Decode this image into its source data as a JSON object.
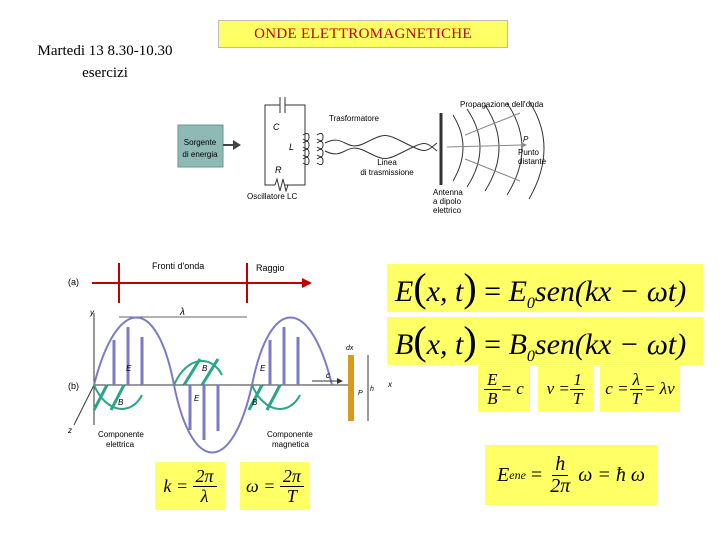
{
  "slide": {
    "title": "ONDE ELETTROMAGNETICHE",
    "session_line1": "Martedi 13 8.30-10.30",
    "session_line2": "esercizi"
  },
  "antenna_diagram": {
    "source_label_1": "Sorgente",
    "source_label_2": "di energia",
    "capacitor": "C",
    "inductor": "L",
    "resistor": "R",
    "oscillator": "Oscillatore LC",
    "transformer": "Trasformatore",
    "line_1": "Linea",
    "line_2": "di trasmissione",
    "propagation": "Propagazione dell'onda",
    "point": "P",
    "far_point_1": "Punto",
    "far_point_2": "distante",
    "antenna_1": "Antenna",
    "antenna_2": "a dipolo",
    "antenna_3": "elettrico"
  },
  "wave_diagram": {
    "label_a": "(a)",
    "label_b": "(b)",
    "wavefronts": "Fronti d'onda",
    "ray": "Raggio",
    "lambda": "λ",
    "y": "y",
    "z": "z",
    "x": "x",
    "c": "c",
    "h": "h",
    "dx": "dx",
    "p": "P",
    "e1": "E",
    "e2": "E",
    "e3": "E",
    "b1": "B",
    "b2": "B",
    "b3": "B",
    "electric_1": "Componente",
    "electric_2": "elettrica",
    "magnetic_1": "Componente",
    "magnetic_2": "magnetica"
  },
  "equations": {
    "E_lhs": "E",
    "E_args": "x, t",
    "E_rhs": "E",
    "E_sub": "0",
    "E_fn": "sen(kx − ωt)",
    "B_lhs": "B",
    "B_args": "x, t",
    "B_rhs": "B",
    "B_sub": "0",
    "B_fn": "sen(kx − ωt)",
    "eb_num": "E",
    "eb_den": "B",
    "eb_rhs": "= c",
    "nu_lhs": "ν =",
    "nu_num": "1",
    "nu_den": "T",
    "c_lhs": "c =",
    "c_num": "λ",
    "c_den": "T",
    "c_rhs": "= λν",
    "k_lhs": "k =",
    "k_num": "2π",
    "k_den": "λ",
    "w_lhs": "ω =",
    "w_num": "2π",
    "w_den": "T",
    "ene_lhs": "E",
    "ene_sub": "ene",
    "ene_eq": "=",
    "ene_num": "h",
    "ene_den": "2π",
    "ene_rhs": "ω = ħ ω"
  },
  "colors": {
    "title_text": "#c00000",
    "highlight": "#ffff66",
    "ray": "#c00000",
    "electric": "#7a7ac8",
    "magnetic": "#2aa58c"
  }
}
